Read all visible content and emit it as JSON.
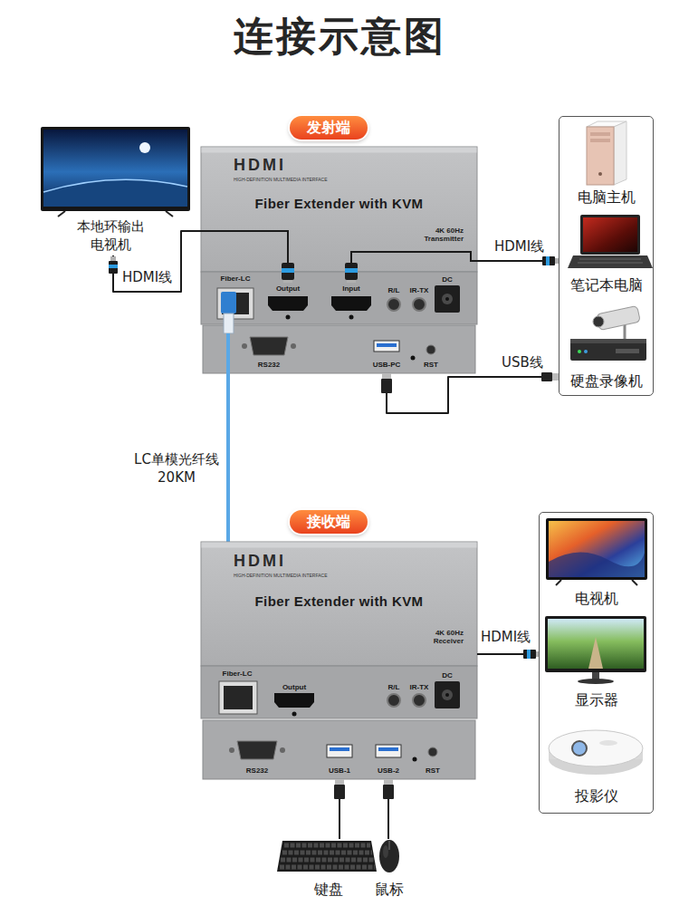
{
  "diagram": {
    "title": "连接示意图",
    "nodes": [
      {
        "text": [
          "本地环输出 电视机"
        ]
      },
      {
        "text": [
          "发射端",
          "Fiber Extender with KVM",
          "4K 60Hz Transmitter"
        ]
      },
      {
        "text": [
          "电脑主机",
          "笔记本电脑",
          "硬盘录像机"
        ]
      },
      {
        "text": [
          "接收端",
          "Fiber Extender with KVM",
          "4K 60Hz Receiver"
        ]
      },
      {
        "text": [
          "电视机",
          "显示器",
          "投影仪"
        ]
      },
      {
        "text": [
          "键盘"
        ]
      },
      {
        "text": [
          "鼠标"
        ]
      }
    ],
    "edges": [
      {
        "from": 1,
        "to": 0,
        "arrow": "none",
        "label": "HDMI线"
      },
      {
        "from": 2,
        "to": 1,
        "arrow": "none",
        "label": "HDMI线"
      },
      {
        "from": 2,
        "to": 1,
        "arrow": "none",
        "label": "USB线"
      },
      {
        "from": 1,
        "to": 3,
        "arrow": "none",
        "label": "LC单模光纤线 20KM"
      },
      {
        "from": 3,
        "to": 4,
        "arrow": "none",
        "label": "HDMI线"
      },
      {
        "from": 5,
        "to": 3,
        "arrow": "none"
      },
      {
        "from": 6,
        "to": 3,
        "arrow": "none"
      }
    ],
    "labels": [
      "HDMI",
      "HIGH-DEFINITION MULTIMEDIA INTERFACE",
      "Fiber-LC",
      "Output",
      "Input",
      "R/L",
      "IR-TX",
      "DC",
      "RS232",
      "USB-PC",
      "RST",
      "HDMI",
      "HIGH-DEFINITION MULTIMEDIA INTERFACE",
      "Fiber-LC",
      "Output",
      "R/L",
      "IR-TX",
      "DC",
      "RS232",
      "USB-1",
      "USB-2",
      "RST"
    ]
  }
}
